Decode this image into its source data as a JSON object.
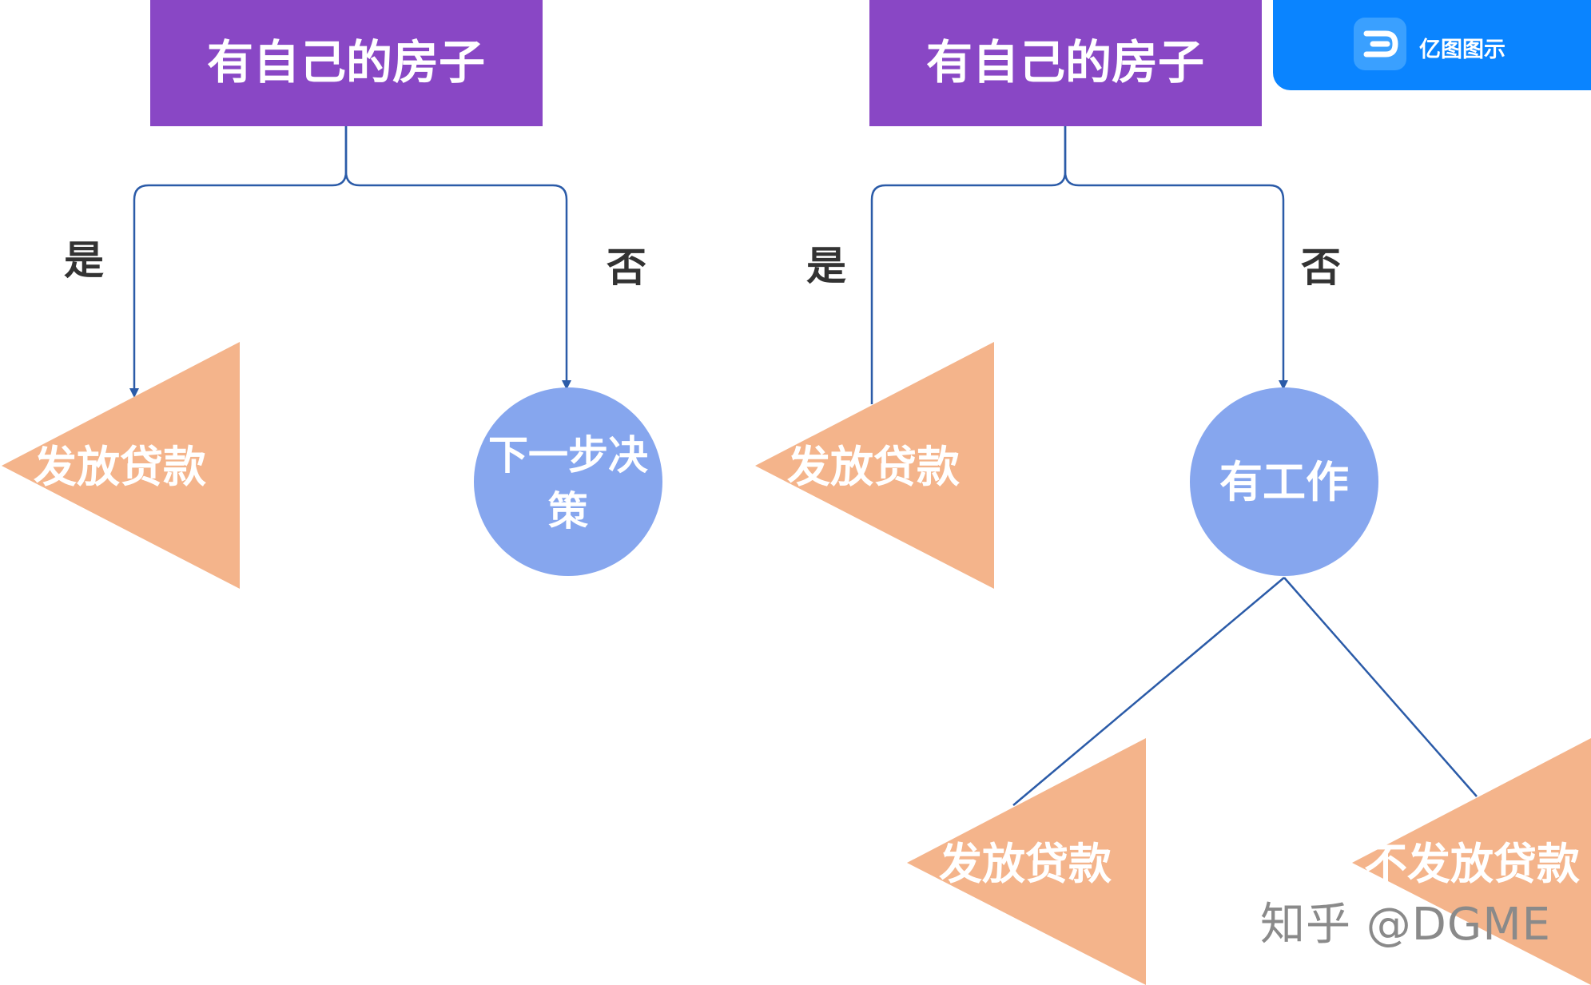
{
  "left_tree": {
    "root_label": "有自己的房子",
    "yes_label": "是",
    "no_label": "否",
    "yes_leaf_label": "发放贷款",
    "no_node_label_line1": "下一步决",
    "no_node_label_line2": "策"
  },
  "right_tree": {
    "root_label": "有自己的房子",
    "yes_label": "是",
    "no_label": "否",
    "yes_leaf_label": "发放贷款",
    "no_node_label": "有工作",
    "job_yes_leaf_label": "发放贷款",
    "job_no_leaf_label": "不发放贷款"
  },
  "brand": {
    "name": "亿图图示",
    "icon": "edraw-logo-icon"
  },
  "credit": "知乎 @DGME",
  "colors": {
    "root_fill": "#8947c5",
    "leaf_fill": "#f4b48b",
    "circle_fill": "#86a6ee",
    "edge": "#2b5ba8",
    "branch_text": "#333333",
    "brand_bg": "#0a84ff"
  }
}
